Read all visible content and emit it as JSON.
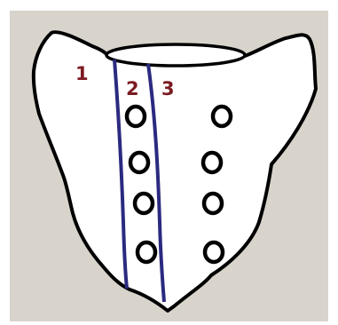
{
  "colors": {
    "panel_background": "#d8d4cc",
    "bone_fill": "#ffffff",
    "outline": "#000000",
    "zone_line": "#2b2a80",
    "label": "#7b1b22"
  },
  "labels": {
    "zone_1": "1",
    "zone_2": "2",
    "zone_3": "3"
  },
  "foramina": {
    "left_count": 4,
    "right_count": 4
  }
}
